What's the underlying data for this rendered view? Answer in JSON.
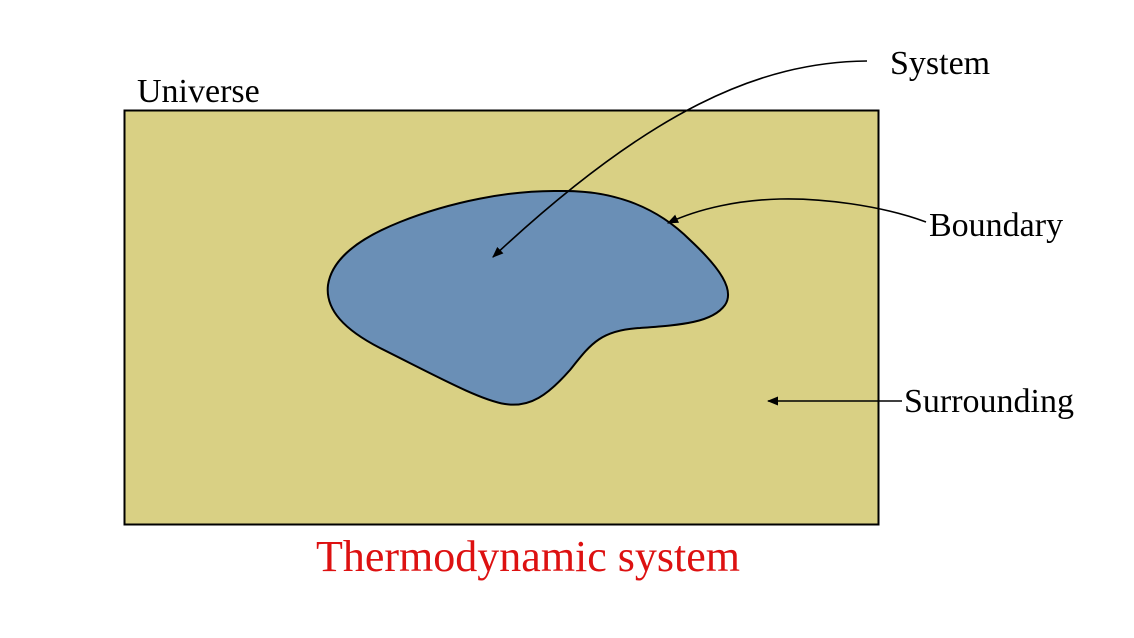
{
  "diagram": {
    "title": "Thermodynamic system",
    "labels": {
      "universe": "Universe",
      "system": "System",
      "boundary": "Boundary",
      "surrounding": "Surrounding"
    }
  },
  "colors": {
    "surrounding_fill": "#D9D084",
    "system_fill": "#6A8FB6",
    "outline": "#000000",
    "title": "#DD1111",
    "background": "#FFFFFF"
  }
}
